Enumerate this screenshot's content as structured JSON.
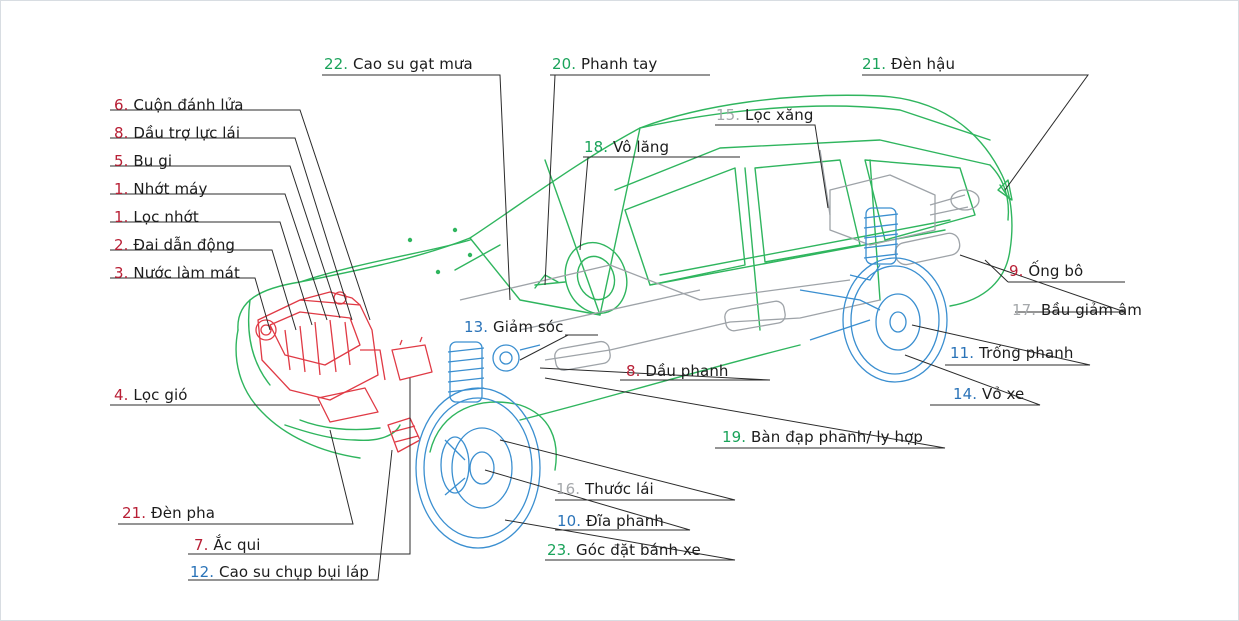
{
  "colors": {
    "red": "#b81f35",
    "green": "#1aa35a",
    "blue": "#2a73b8",
    "gray": "#a5a8ab",
    "body_line": "#2fb55e",
    "engine": "#e03a45",
    "chassis": "#3b8fd0",
    "text": "#1c1c1c"
  },
  "labels": [
    {
      "num": "22.",
      "text": "Cao su gạt mưa",
      "color": "green"
    },
    {
      "num": "20.",
      "text": "Phanh tay",
      "color": "green"
    },
    {
      "num": "21.",
      "text": "Đèn hậu",
      "color": "green"
    },
    {
      "num": "6.",
      "text": "Cuộn đánh lửa",
      "color": "red"
    },
    {
      "num": "8.",
      "text": "Dầu trợ lực lái",
      "color": "red"
    },
    {
      "num": "5.",
      "text": "Bu gi",
      "color": "red"
    },
    {
      "num": "1.",
      "text": "Nhớt máy",
      "color": "red"
    },
    {
      "num": "1.",
      "text": "Lọc nhớt",
      "color": "red"
    },
    {
      "num": "2.",
      "text": "Đai dẫn động",
      "color": "red"
    },
    {
      "num": "3.",
      "text": "Nước làm mát",
      "color": "red"
    },
    {
      "num": "15.",
      "text": "Lọc xăng",
      "color": "gray"
    },
    {
      "num": "18.",
      "text": "Vô lăng",
      "color": "green"
    },
    {
      "num": "9.",
      "text": "Ống bô",
      "color": "red"
    },
    {
      "num": "17.",
      "text": "Bầu giảm âm",
      "color": "gray"
    },
    {
      "num": "13.",
      "text": "Giảm sóc",
      "color": "blue"
    },
    {
      "num": "11.",
      "text": "Trống phanh",
      "color": "blue"
    },
    {
      "num": "8.",
      "text": "Dầu phanh",
      "color": "red"
    },
    {
      "num": "4.",
      "text": "Lọc gió",
      "color": "red"
    },
    {
      "num": "14.",
      "text": "Vỏ xe",
      "color": "blue"
    },
    {
      "num": "19.",
      "text": "Bàn đạp phanh/ ly hợp",
      "color": "green"
    },
    {
      "num": "16.",
      "text": "Thước lái",
      "color": "gray"
    },
    {
      "num": "21.",
      "text": "Đèn pha",
      "color": "red"
    },
    {
      "num": "10.",
      "text": "Đĩa phanh",
      "color": "blue"
    },
    {
      "num": "7.",
      "text": "Ắc qui",
      "color": "red"
    },
    {
      "num": "23.",
      "text": "Góc đặt bánh xe",
      "color": "green"
    },
    {
      "num": "12.",
      "text": "Cao su chụp bụi láp",
      "color": "blue"
    }
  ]
}
